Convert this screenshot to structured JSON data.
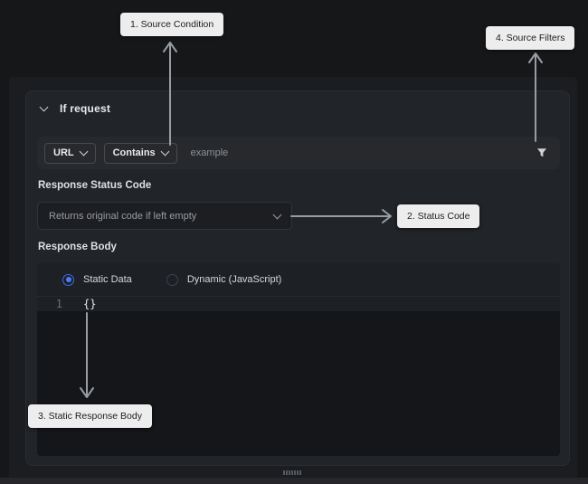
{
  "callouts": {
    "source_condition": "1. Source Condition",
    "status_code": "2. Status Code",
    "static_response_body": "3. Static Response Body",
    "source_filters": "4. Source Filters"
  },
  "rule_pane": {
    "header": {
      "title": "If request",
      "collapse_icon": "chevron-down"
    },
    "source_row": {
      "key": "URL",
      "operator": "Contains",
      "value_placeholder": "example",
      "filter_icon": "funnel"
    },
    "status_code": {
      "label": "Response Status Code",
      "select_placeholder": "Returns original code if left empty"
    },
    "response_body": {
      "label": "Response Body",
      "modes": [
        {
          "label": "Static Data",
          "selected": true
        },
        {
          "label": "Dynamic (JavaScript)",
          "selected": false
        }
      ],
      "editor": {
        "lines": [
          {
            "number": "1",
            "code": "{}"
          }
        ]
      }
    }
  },
  "colors": {
    "accent_blue": "#3a6df0",
    "callout_bg": "#ededed",
    "arrow": "#999da2",
    "editor_bg": "#141619",
    "card_bg": "#212428"
  }
}
